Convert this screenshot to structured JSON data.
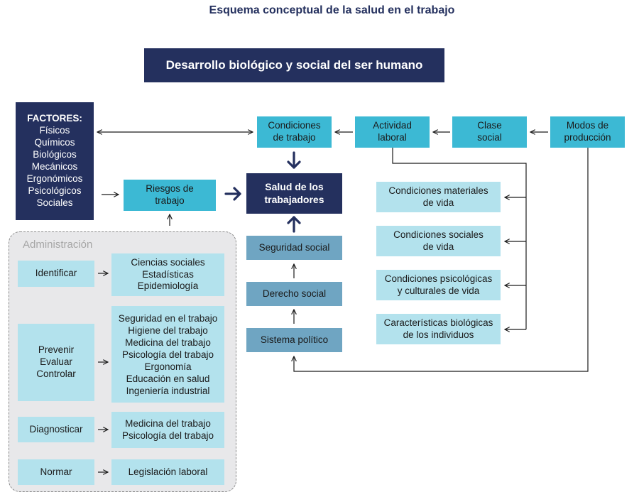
{
  "title": "Esquema conceptual de la salud en el trabajo",
  "header_box": "Desarrollo biológico y social del ser humano",
  "factors": {
    "title": "FACTORES:",
    "items": [
      "Físicos",
      "Químicos",
      "Biológicos",
      "Mecánicos",
      "Ergonómicos",
      "Psicológicos",
      "Sociales"
    ]
  },
  "top_row": {
    "condiciones_trabajo": "Condiciones\nde trabajo",
    "actividad_laboral": "Actividad\nlaboral",
    "clase_social": "Clase\nsocial",
    "modos_produccion": "Modos de\nproducción"
  },
  "riesgos": "Riesgos de\ntrabajo",
  "salud": "Salud de los\ntrabajadores",
  "chain": {
    "seguridad_social": "Seguridad social",
    "derecho_social": "Derecho social",
    "sistema_politico": "Sistema político"
  },
  "conditions": [
    "Condiciones materiales\nde vida",
    "Condiciones sociales\nde vida",
    "Condiciones psicológicas\ny culturales de vida",
    "Características biológicas\nde los individuos"
  ],
  "admin": {
    "label": "Administración",
    "rows": [
      {
        "action": "Identificar",
        "detail": "Ciencias sociales\nEstadísticas\nEpidemiología"
      },
      {
        "action": "Prevenir\nEvaluar\nControlar",
        "detail": "Seguridad en el trabajo\nHigiene del trabajo\nMedicina del trabajo\nPsicología del trabajo\nErgonomía\nEducación en salud\nIngeniería industrial"
      },
      {
        "action": "Diagnosticar",
        "detail": "Medicina del trabajo\nPsicología del trabajo"
      },
      {
        "action": "Normar",
        "detail": "Legislación laboral"
      }
    ]
  },
  "colors": {
    "navy": "#24305e",
    "cyan": "#3cb9d4",
    "light": "#b3e2ed",
    "steel": "#6fa5c2",
    "panel": "#e8e8ea"
  }
}
